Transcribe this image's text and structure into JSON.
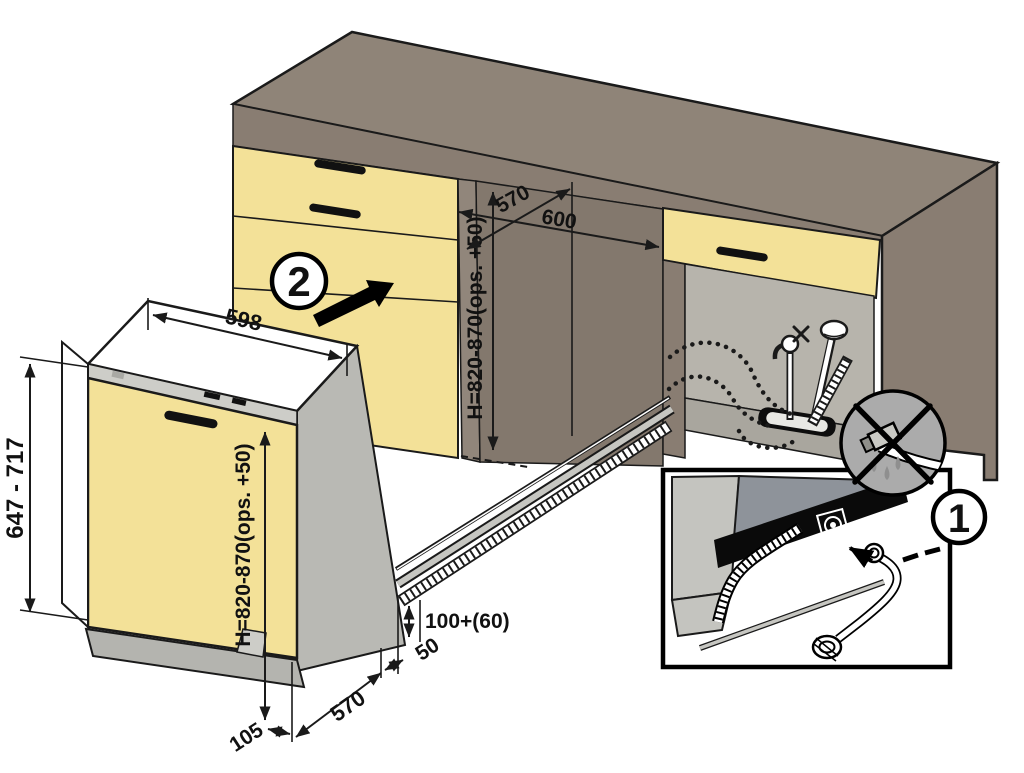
{
  "diagram_title": "built-in dishwasher installation diagram",
  "labels": {
    "dw_width": "598",
    "dw_height_range": "647 - 717",
    "dw_height_adjust": "H=820-870(ops. +50)",
    "niche_height": "H=820-870(ops. +50)",
    "niche_depth": "570",
    "niche_width": "600",
    "plinth_recess": "105",
    "dw_depth": "570",
    "rear_clearance": "50",
    "hose_riser": "100+(60)",
    "step_connect": "1",
    "step_push": "2"
  },
  "colors": {
    "countertop": "#8f8478",
    "cabinet_side": "#897d72",
    "niche_interior": "#83786d",
    "niche_gable": "#91867b",
    "front_yellow": "#f3e198",
    "sink_back_wall": "#b7b4ac",
    "sink_floor": "#a9a69e",
    "dw_top": "#ffffff",
    "dw_side": "#b9b9b4",
    "dw_base": "#b4b4af",
    "dw_strip": "#cdcdc8",
    "inset_side": "#c4c4bf",
    "inset_back": "#8e939a",
    "magnifier_fill": "#ababab",
    "hose_gray": "#c6c6c1",
    "line": "#1a1a1a"
  }
}
